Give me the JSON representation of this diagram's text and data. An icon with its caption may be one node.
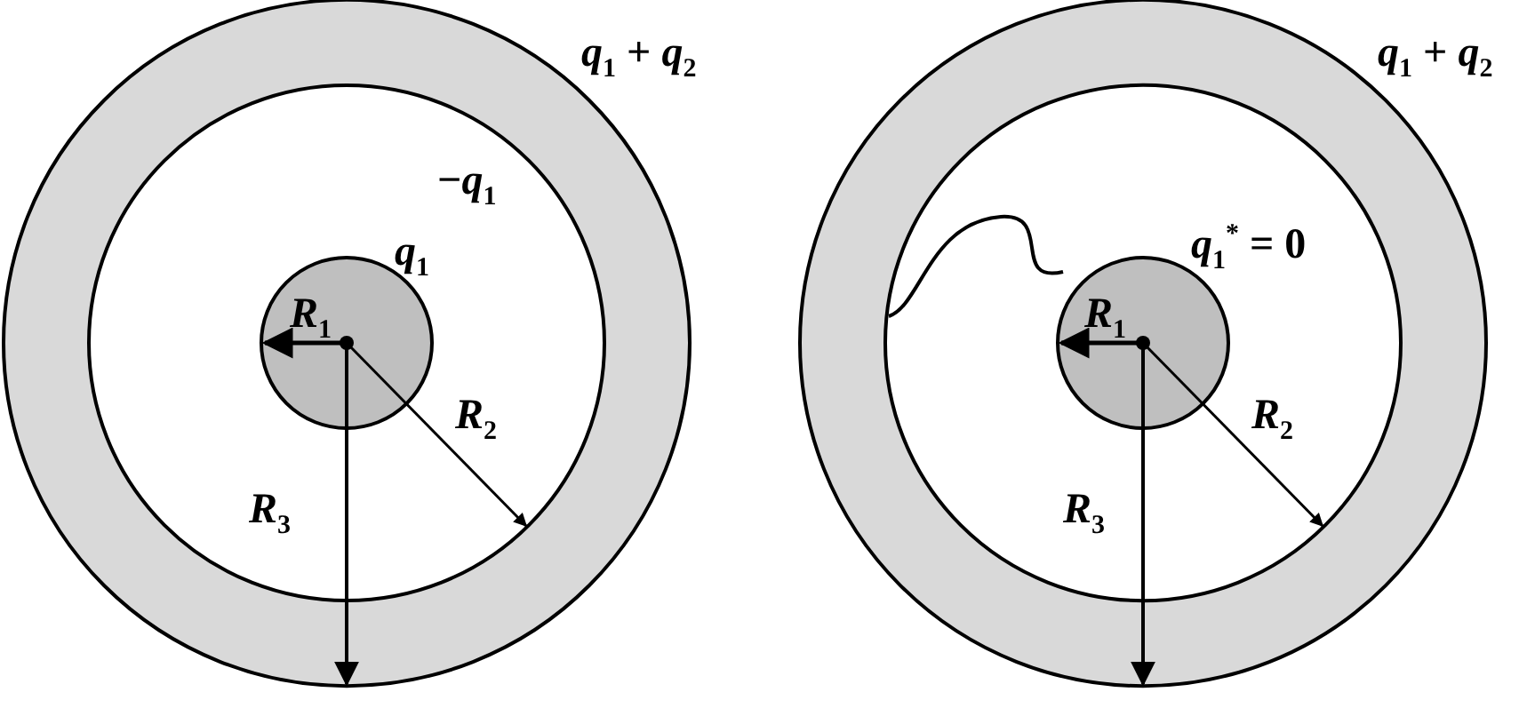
{
  "diagram": {
    "labels": [
      "*q*$_{1}$ + *q*$_{2}$",
      "−*q*$_{1}$",
      "*q*$_{1}$",
      "*R*$_{1}$",
      "*R*$_{2}$",
      "*R*$_{3}$",
      "*q*$_{1}$$^{*}$ = 0",
      "*q*$_{1}$ + *q*$_{2}$",
      "*R*$_{1}$",
      "*R*$_{2}$",
      "*R*$_{3}$"
    ]
  }
}
